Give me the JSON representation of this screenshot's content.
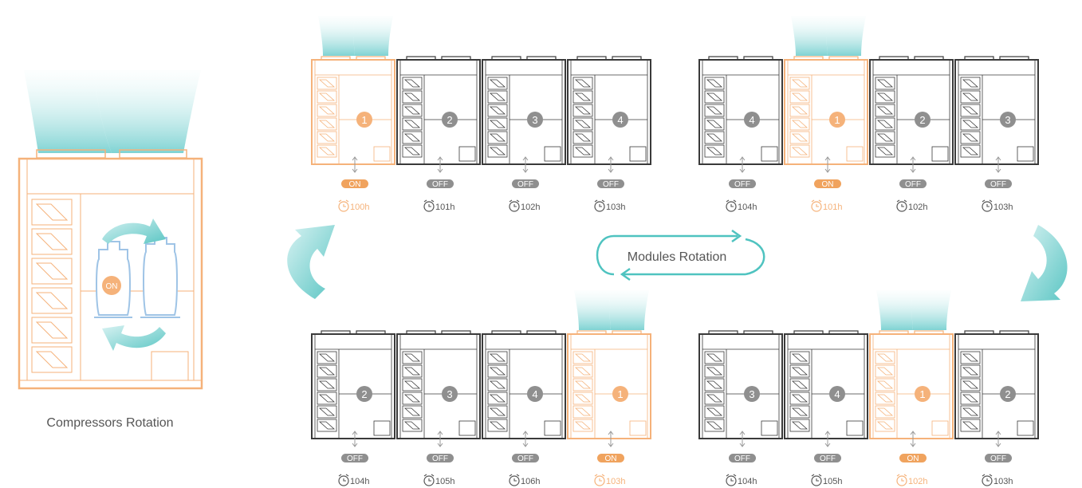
{
  "colors": {
    "active": "#f5b27a",
    "active_dark": "#f0a35e",
    "inactive": "#3a3a3a",
    "inactive_badge": "#8f8f8f",
    "airflow_top": "#f2fbfb",
    "airflow_bottom": "#7fd3d3",
    "arrow": "#4fc3c0",
    "text": "#555555"
  },
  "labels": {
    "compressors_rotation": "Compressors Rotation",
    "modules_rotation": "Modules Rotation",
    "compressor_status": "ON"
  },
  "groups": [
    {
      "modules": [
        {
          "number": "1",
          "status": "ON",
          "hours": "100h",
          "active": true
        },
        {
          "number": "2",
          "status": "OFF",
          "hours": "101h",
          "active": false
        },
        {
          "number": "3",
          "status": "OFF",
          "hours": "102h",
          "active": false
        },
        {
          "number": "4",
          "status": "OFF",
          "hours": "103h",
          "active": false
        }
      ]
    },
    {
      "modules": [
        {
          "number": "4",
          "status": "OFF",
          "hours": "104h",
          "active": false
        },
        {
          "number": "1",
          "status": "ON",
          "hours": "101h",
          "active": true
        },
        {
          "number": "2",
          "status": "OFF",
          "hours": "102h",
          "active": false
        },
        {
          "number": "3",
          "status": "OFF",
          "hours": "103h",
          "active": false
        }
      ]
    },
    {
      "modules": [
        {
          "number": "2",
          "status": "OFF",
          "hours": "104h",
          "active": false
        },
        {
          "number": "3",
          "status": "OFF",
          "hours": "105h",
          "active": false
        },
        {
          "number": "4",
          "status": "OFF",
          "hours": "106h",
          "active": false
        },
        {
          "number": "1",
          "status": "ON",
          "hours": "103h",
          "active": true
        }
      ]
    },
    {
      "modules": [
        {
          "number": "3",
          "status": "OFF",
          "hours": "104h",
          "active": false
        },
        {
          "number": "4",
          "status": "OFF",
          "hours": "105h",
          "active": false
        },
        {
          "number": "1",
          "status": "ON",
          "hours": "102h",
          "active": true
        },
        {
          "number": "2",
          "status": "OFF",
          "hours": "103h",
          "active": false
        }
      ]
    }
  ]
}
